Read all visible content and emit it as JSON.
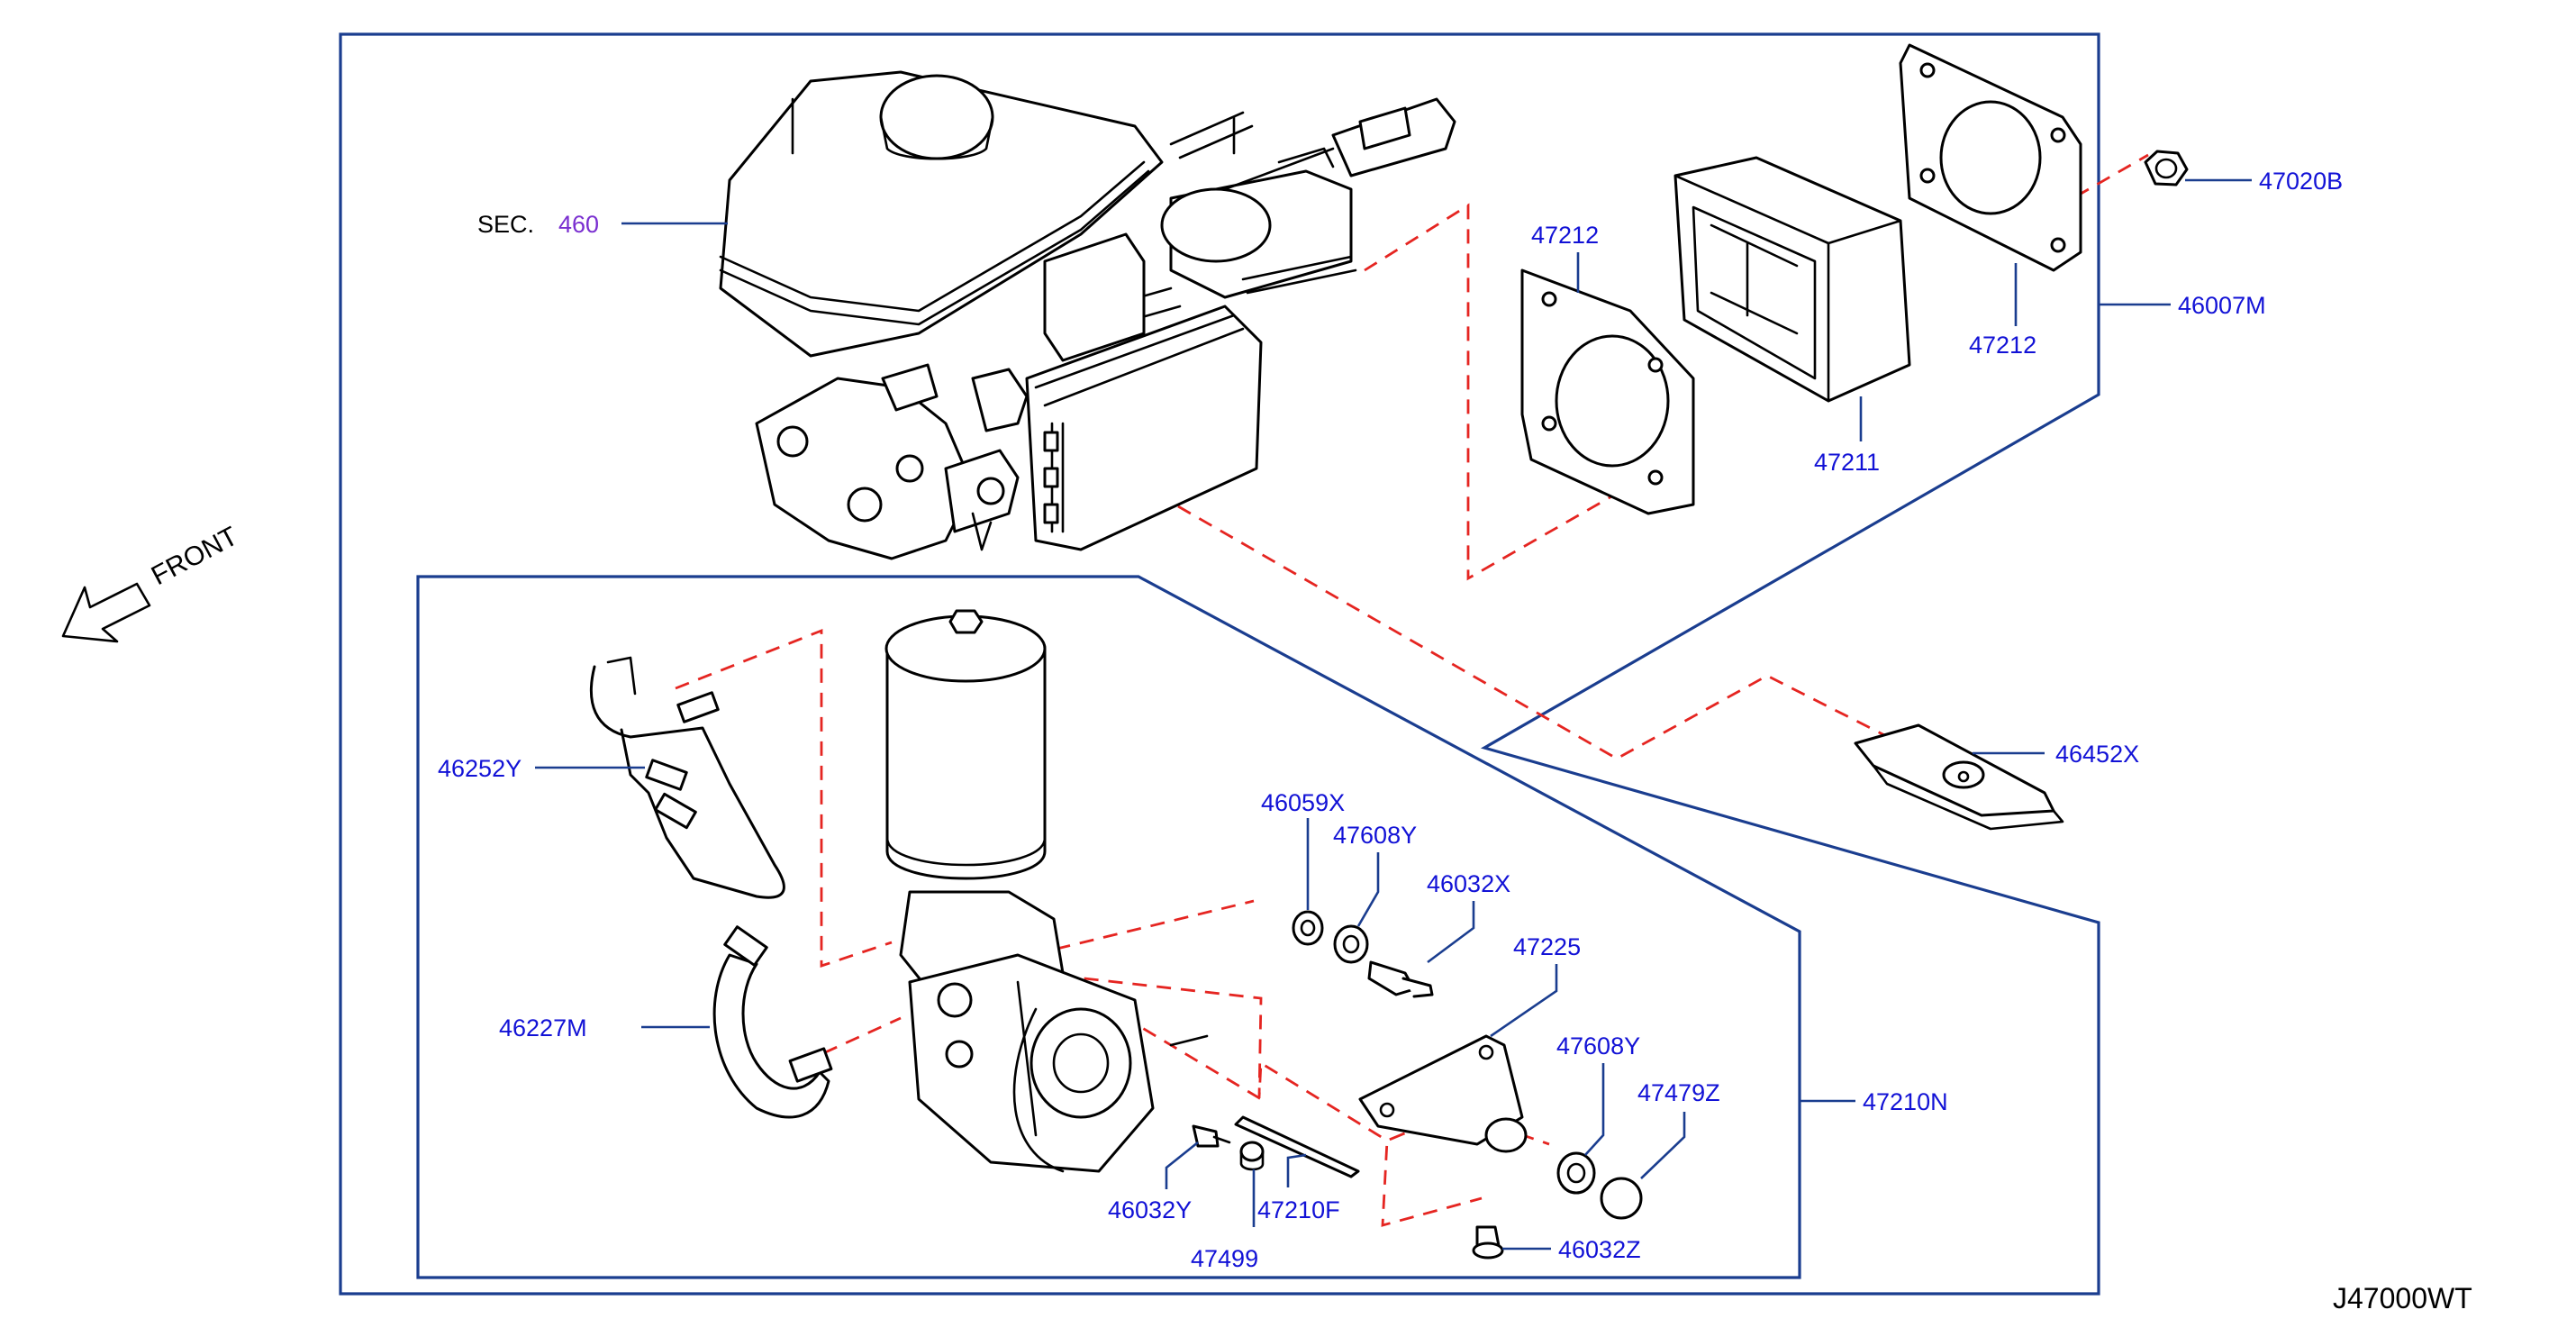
{
  "diagram_code": "J47000WT",
  "front_label": "FRONT",
  "section_ref": {
    "prefix": "SEC.",
    "number": "460"
  },
  "colors": {
    "frame": "#1a3d8f",
    "part_number": "#1212d6",
    "dashed_guide": "#e52521",
    "section_number": "#7a2fd0"
  },
  "part_numbers": {
    "p47020B": "47020B",
    "p46007M": "46007M",
    "p47212_left": "47212",
    "p47212_right": "47212",
    "p47211": "47211",
    "p46452X": "46452X",
    "p46252Y": "46252Y",
    "p46227M": "46227M",
    "p46059X": "46059X",
    "p47608Y_upper": "47608Y",
    "p46032X": "46032X",
    "p47225": "47225",
    "p47608Y_lower": "47608Y",
    "p47479Z": "47479Z",
    "p47210N": "47210N",
    "p46032Y": "46032Y",
    "p47210F": "47210F",
    "p47499": "47499",
    "p46032Z": "46032Z"
  }
}
